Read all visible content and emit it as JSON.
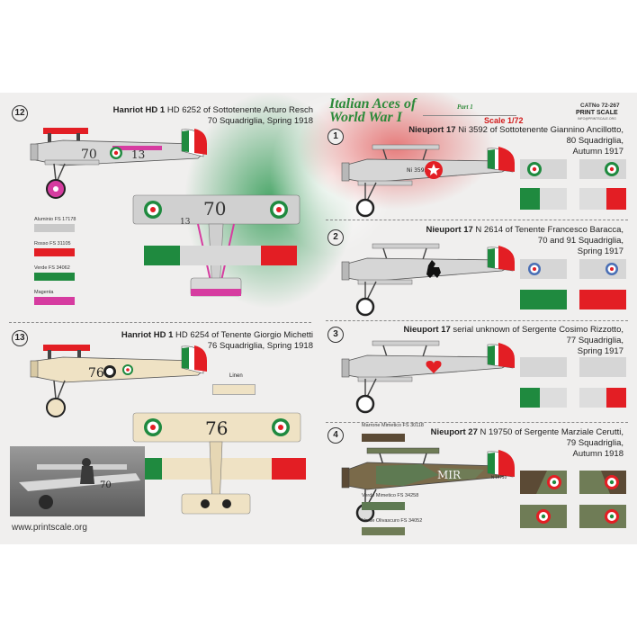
{
  "colors": {
    "sheet_bg": "#f0efee",
    "italian_green": "#1f8a3f",
    "italian_red": "#e31e24",
    "aluminium": "#c9c9c9",
    "linen": "#efe2c4",
    "magenta": "#d63ca0",
    "marrone_mimetico": "#5b4a35",
    "verde_mimetico": "#5e7a52",
    "verde_oliviascuro": "#6f7c56"
  },
  "header": {
    "title_line1": "Italian Aces of",
    "title_line2": "World War I",
    "part": "Part 1",
    "catalog": "CATNo 72-267",
    "brand": "PRINT SCALE",
    "brand_sub": "INFO@PRINTSCALE.ORG",
    "scale": "Scale 1/72"
  },
  "profiles": [
    {
      "number": "12",
      "model": "Hanriot HD 1",
      "line1": "HD 6252 of Sottotenente Arturo Resch",
      "line2": "70 Squadriglia, Spring 1918",
      "code": "70",
      "code2": "13",
      "wing_code": "70",
      "wing_code2": "13"
    },
    {
      "number": "13",
      "model": "Hanriot HD 1",
      "line1": "HD 6254 of Tenente Giorgio Michetti",
      "line2": "76 Squadriglia, Spring 1918",
      "code": "76",
      "wing_code": "76"
    },
    {
      "number": "1",
      "model": "Nieuport 17",
      "line1": "Ni 3592 of  Sottotenente Giannino Ancillotto,",
      "line2": "80 Squadriglia,",
      "line3": "Autumn 1917",
      "serial": "Ni 3592"
    },
    {
      "number": "2",
      "model": "Nieuport 17",
      "line1": "N 2614 of  Tenente Francesco Baracca,",
      "line2": "70 and 91 Squadriglia,",
      "line3": "Spring 1917"
    },
    {
      "number": "3",
      "model": "Nieuport 17",
      "line1": "serial unknown of  Sergente Cosimo Rizzotto,",
      "line2": "77 Squadriglia,",
      "line3": "Spring 1917"
    },
    {
      "number": "4",
      "model": "Nieuport 27",
      "line1": "N 19750 of  Sergente Marziale Cerutti,",
      "line2": "79 Squadriglia,",
      "line3": "Autumn 1918",
      "fuselage_text": "MIR",
      "serial": "N 19750"
    }
  ],
  "swatches": [
    {
      "label": "Aluminio FS 17178",
      "color": "#c9c9c9"
    },
    {
      "label": "Rosso FS 31105",
      "color": "#e31e24"
    },
    {
      "label": "Verde FS 34062",
      "color": "#1f8a3f"
    },
    {
      "label": "Magenta",
      "color": "#d63ca0"
    }
  ],
  "linen_label": "Linen",
  "camo_swatches": [
    {
      "label": "Marrone Mimetico FS 30118",
      "color": "#5b4a35"
    },
    {
      "label": "Verde Mimetico FS 34258",
      "color": "#5e7a52"
    },
    {
      "label": "Verde Olivascuro FS 34052",
      "color": "#6f7c56"
    }
  ],
  "website": "www.printscale.org"
}
